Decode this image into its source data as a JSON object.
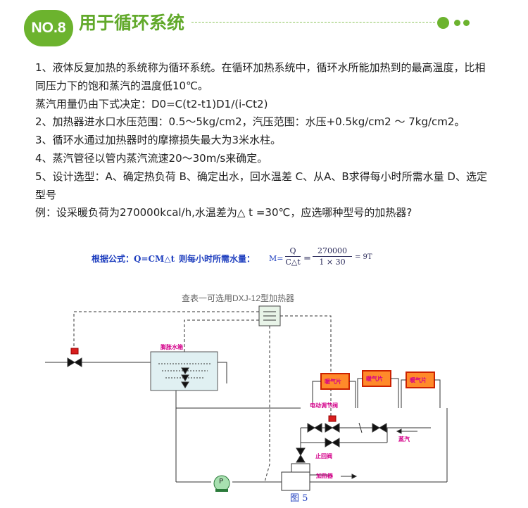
{
  "header": {
    "badge": "NO.8",
    "title": "用于循环系统"
  },
  "content": {
    "p1": "1、液体反复加热的系统称为循环系统。在循环加热系统中，循环水所能加热到的最高温度，比相同压力下的饱和蒸汽的温度低10℃。",
    "p2": "蒸汽用量仍由下式决定：D0=C(t2-t1)D1/(i-Ct2)",
    "p3": "2、加热器进水口水压范围：0.5～5kg/cm2，汽压范围：水压+0.5kg/cm2 ～ 7kg/cm2。",
    "p4": "3、循环水通过加热器时的摩擦损失最大为3米水柱。",
    "p5": "4、蒸汽管径以管内蒸汽流速20～30m/s来确定。",
    "p6": "5、设计选型：A、确定热负荷 B、确定出水，回水温差 C、从A、B求得每小时所需水量 D、选定型号",
    "p7": "例：设采暖负荷为270000kcal/h,水温差为△ t =30℃，应选哪种型号的加热器?"
  },
  "formula": {
    "basis": "根据公式：Q=CM△t",
    "need": "则每小时所需水量：",
    "m": "M=",
    "q": "Q",
    "cdt": "C△t",
    "eq": "=",
    "num": "270000",
    "den": "1 × 30",
    "result": "= 9T"
  },
  "diagram": {
    "caption": "查表一可选用DXJ-12型加热器",
    "tank_label": "膨胀水箱",
    "radiator_label": "暖气片",
    "control_valve": "电动调节阀",
    "steam": "蒸汽",
    "stop_valve": "止回阀",
    "heater": "加热器",
    "pump": "P",
    "figure": "图 5"
  },
  "colors": {
    "brand_green": "#6cb32e",
    "formula_blue": "#1f3fbf",
    "label_magenta": "#d4008a",
    "radiator_red": "#cc2200",
    "radiator_fill": "#ff8a2a",
    "tank_fill": "#e0f0f2"
  }
}
